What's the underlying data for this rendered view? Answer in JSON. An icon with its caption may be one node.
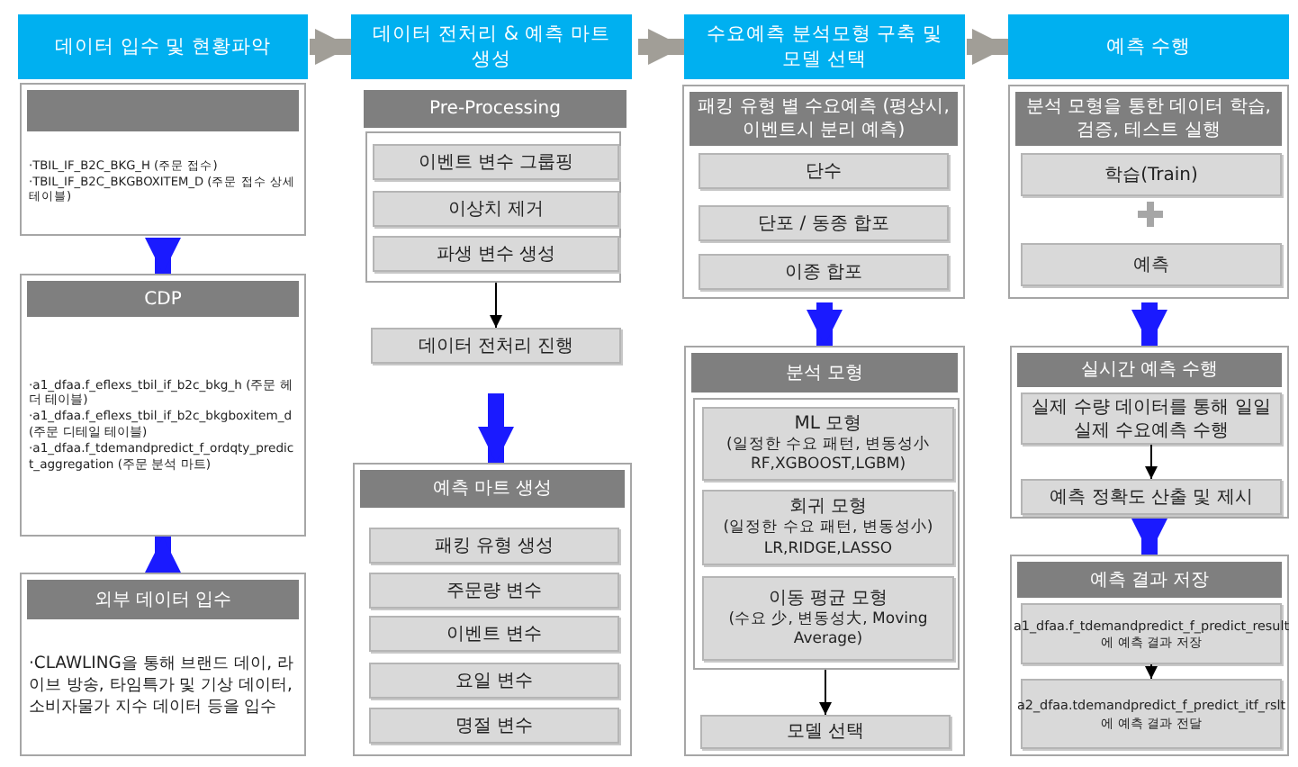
{
  "diagram": {
    "nodes": [
      {
        "text": [
          "데이터 입수 및 현황파악"
        ]
      },
      {
        "text": [
          "·TBIL_IF_B2C_BKG_H (주문 접수)",
          "·TBIL_IF_B2C_BKGBOXITEM_D (주문 접수 상세 테이블)"
        ]
      },
      {
        "text": [
          "CDP",
          "·a1_dfaa.f_eflexs_tbil_if_b2c_bkg_h (주문 헤더 테이블)",
          "·a1_dfaa.f_eflexs_tbil_if_b2c_bkgboxitem_d (주문 디테일 테이블)",
          "·a1_dfaa.f_tdemandpredict_f_ordqty_predict_aggregation (주문 분석 마트)"
        ]
      },
      {
        "text": [
          "외부 데이터 입수",
          "·CLAWLING을 통해 브랜드 데이, 라이브 방송, 타임특가 및 기상 데이터, 소비자물가 지수 데이터 등을 입수"
        ]
      },
      {
        "text": [
          "데이터 전처리 & 예측 마트 생성"
        ]
      },
      {
        "text": [
          "Pre-Processing"
        ]
      },
      {
        "text": [
          "이벤트 변수 그룹핑"
        ],
        "in": 5
      },
      {
        "text": [
          "이상치 제거"
        ],
        "in": 5
      },
      {
        "text": [
          "파생 변수 생성"
        ],
        "in": 5
      },
      {
        "text": [
          "데이터 전처리 진행"
        ]
      },
      {
        "text": [
          "예측 마트 생성"
        ]
      },
      {
        "text": [
          "패킹 유형 생성"
        ],
        "in": 10
      },
      {
        "text": [
          "주문량 변수"
        ],
        "in": 10
      },
      {
        "text": [
          "이벤트 변수"
        ],
        "in": 10
      },
      {
        "text": [
          "요일 변수"
        ],
        "in": 10
      },
      {
        "text": [
          "명절 변수"
        ],
        "in": 10
      },
      {
        "text": [
          "수요예측 분석모형 구축 및 모델 선택"
        ]
      },
      {
        "text": [
          "패킹 유형 별 수요예측 (평상시, 이벤트시 분리 예측)"
        ]
      },
      {
        "text": [
          "단수"
        ],
        "in": 17
      },
      {
        "text": [
          "단포 / 동종 합포"
        ],
        "in": 17
      },
      {
        "text": [
          "이종 합포"
        ],
        "in": 17
      },
      {
        "text": [
          "분석 모형"
        ]
      },
      {
        "text": [],
        "shape": "box",
        "in": 21
      },
      {
        "text": [
          "ML 모형",
          "(일정한 수요 패턴, 변동성小 RF,XGBOOST,LGBM)"
        ],
        "in": 22
      },
      {
        "text": [
          "회귀 모형",
          "(일정한 수요 패턴, 변동성小) LR,RIDGE,LASSO"
        ],
        "in": 22
      },
      {
        "text": [
          "이동 평균 모형",
          "(수요 少, 변동성大, Moving Average)"
        ],
        "in": 22
      },
      {
        "text": [
          "모델 선택"
        ],
        "in": 21
      },
      {
        "text": [
          "예측 수행"
        ]
      },
      {
        "text": [
          "분석 모형을 통한 데이터 학습,검증, 테스트 실행"
        ]
      },
      {
        "text": [
          "학습(Train)"
        ],
        "in": 28
      },
      {
        "text": [
          "예측"
        ],
        "in": 28
      },
      {
        "text": [
          "실시간 예측 수행"
        ]
      },
      {
        "text": [
          "실제 수량 데이터를 통해 일일 실제 수요예측 수행"
        ],
        "in": 31
      },
      {
        "text": [
          "예측 정확도 산출 및 제시"
        ],
        "in": 31
      },
      {
        "text": [
          "예측 결과 저장"
        ]
      },
      {
        "text": [
          "a1_dfaa.f_tdemandpredict_f_predict_result 에 예측 결과 저장"
        ],
        "in": 34
      },
      {
        "text": [
          "a2_dfaa.tdemandpredict_f_predict_itf_rslt 에 예측 결과 전달"
        ],
        "in": 34
      }
    ],
    "edges": [
      {
        "from": 0,
        "to": 4,
        "arrow": "to",
        "color": "#a19e97"
      },
      {
        "from": 4,
        "to": 16,
        "arrow": "to",
        "color": "#a19e97"
      },
      {
        "from": 16,
        "to": 27,
        "arrow": "to",
        "color": "#a19e97"
      },
      {
        "from": 1,
        "to": 2,
        "arrow": "to"
      },
      {
        "from": 3,
        "to": 2,
        "arrow": "to"
      },
      {
        "from": 5,
        "to": 9,
        "arrow": "to",
        "color": "#000000"
      },
      {
        "from": 9,
        "to": 10,
        "arrow": "to"
      },
      {
        "from": 17,
        "to": 21,
        "arrow": "to"
      },
      {
        "from": 22,
        "to": 26,
        "arrow": "to",
        "color": "#000000"
      },
      {
        "from": 28,
        "to": 31,
        "arrow": "to"
      },
      {
        "from": 32,
        "to": 33,
        "arrow": "to",
        "color": "#000000"
      },
      {
        "from": 31,
        "to": 34,
        "arrow": "to"
      },
      {
        "from": 35,
        "to": 36,
        "arrow": "to",
        "color": "#000000"
      }
    ]
  }
}
